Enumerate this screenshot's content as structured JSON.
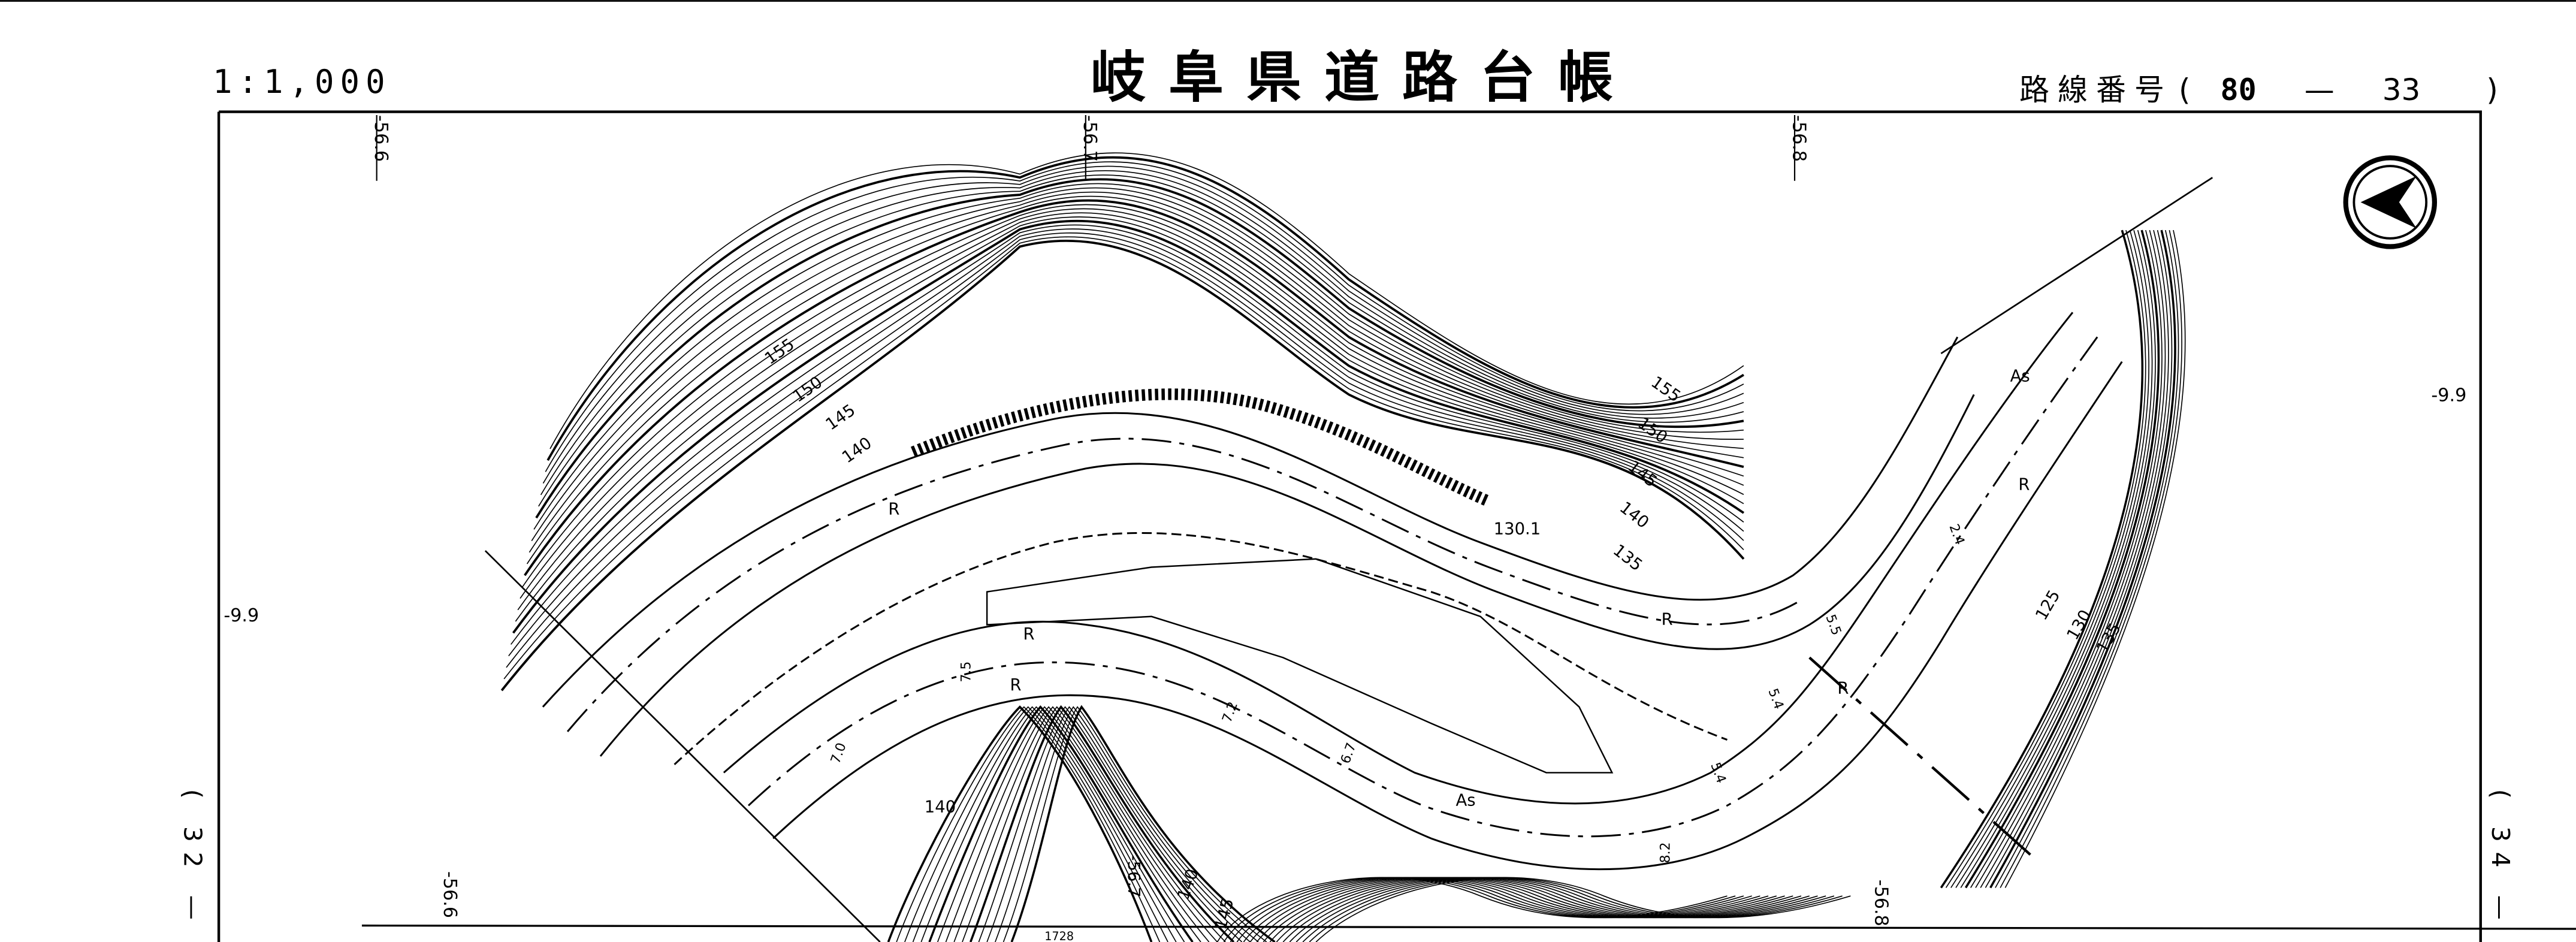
{
  "header": {
    "title": "岐阜県道路台帳",
    "scale": "1:1,000",
    "route_label": "路線番号",
    "route_open": "(",
    "route_major": "80",
    "route_dash": "—",
    "route_minor": "33",
    "route_close": ")"
  },
  "grid_labels": {
    "top": [
      "-56.6",
      "-56.7",
      "-56.8"
    ],
    "left": "-9.9",
    "right": "-9.9",
    "bottom": [
      "-56.6",
      "-56.7",
      "-56.8"
    ]
  },
  "adjacent_pages": {
    "left": "( 32 —",
    "right": "( 34 —"
  },
  "map_labels": {
    "contours_upper_left": [
      "155",
      "150",
      "145",
      "140"
    ],
    "contours_upper_right": [
      "155",
      "150",
      "145",
      "140",
      "135"
    ],
    "spot_height": "130.1",
    "contours_right": [
      "125",
      "130",
      "135"
    ],
    "contours_lower": [
      "140",
      "140",
      "145"
    ],
    "surface": [
      "As",
      "As"
    ],
    "curb": [
      "R",
      "R",
      "R",
      "R",
      "R",
      "R"
    ],
    "widths": [
      "7.5",
      "7.0",
      "7.2",
      "6.7",
      "8.2",
      "5.4",
      "5.5",
      "5.4",
      "2.4"
    ],
    "bottom_note": "1728"
  },
  "north_arrow": "north-arrow-icon"
}
